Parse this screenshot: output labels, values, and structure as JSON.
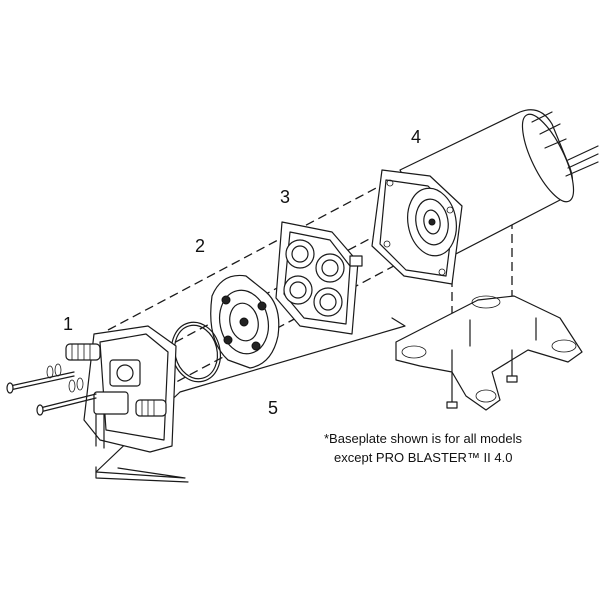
{
  "callouts": {
    "part1": "1",
    "part2": "2",
    "part3": "3",
    "part4": "4",
    "assembly": "5"
  },
  "note": {
    "line1": "*Baseplate shown is for all models",
    "line2": "except PRO BLASTER™ II 4.0"
  }
}
